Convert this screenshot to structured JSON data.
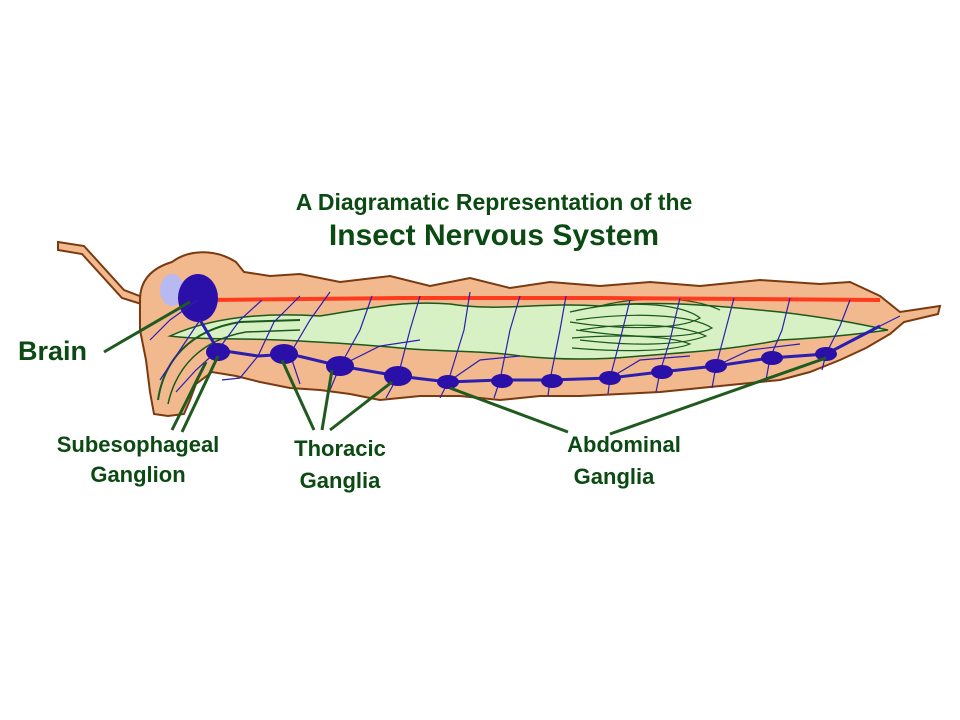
{
  "title": {
    "line1": "A Diagramatic Representation of the",
    "line2": "Insect Nervous System"
  },
  "labels": {
    "brain": "Brain",
    "subesophageal_line1": "Subesophageal",
    "subesophageal_line2": "Ganglion",
    "thoracic_line1": "Thoracic",
    "thoracic_line2": "Ganglia",
    "abdominal_line1": "Abdominal",
    "abdominal_line2": "Ganglia"
  },
  "colors": {
    "title_text": "#0b4a12",
    "label_text": "#0b4a12",
    "leader_line": "#1f5a1f",
    "body_fill": "#f2b88e",
    "body_outline": "#7a3a10",
    "gut_fill": "#d7f0c4",
    "gut_outline": "#1a5a1a",
    "dorsal_vessel": "#ff3b1f",
    "nerve": "#2a1fb0",
    "ganglion": "#2a10a8",
    "eye_highlight": "#b9b9f2"
  }
}
